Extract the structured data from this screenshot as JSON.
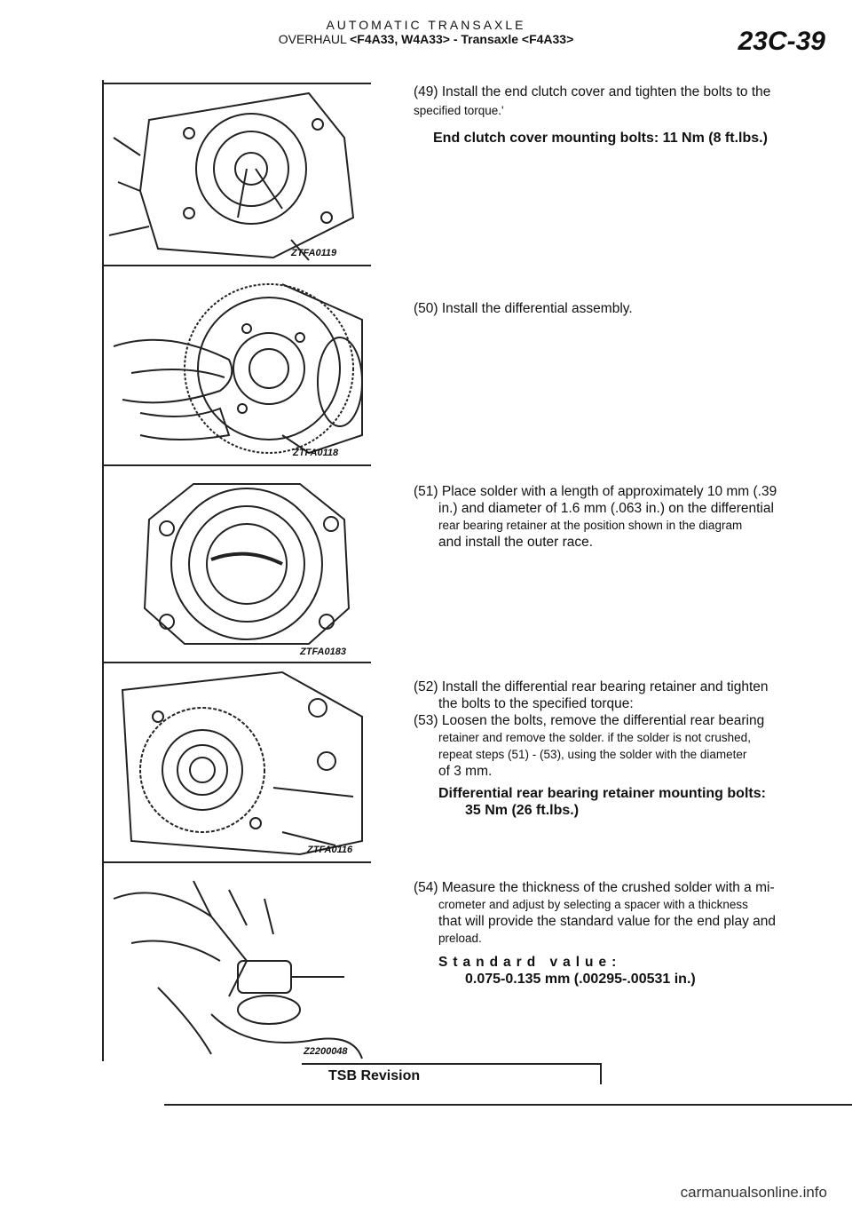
{
  "header": {
    "line1": "AUTOMATIC TRANSAXLE",
    "line2_prefix": "OVERHAUL",
    "line2_models": "<F4A33, W4A33> - Transaxle <F4A33>",
    "page_number": "23C-39"
  },
  "figures": [
    {
      "label": "ZTFA0119",
      "icon": "end-clutch-cover-illustration"
    },
    {
      "label": "ZTFA0118",
      "icon": "differential-assembly-illustration"
    },
    {
      "label": "ZTFA0183",
      "icon": "bearing-retainer-solder-illustration"
    },
    {
      "label": "ZTFA0116",
      "icon": "rear-bearing-retainer-illustration"
    },
    {
      "label": "Z2200048",
      "icon": "micrometer-measurement-illustration"
    }
  ],
  "steps": {
    "s49": {
      "num": "(49)",
      "line1": "(49) Install the end clutch cover and tighten the bolts to the",
      "line2": "specified torque.'",
      "spec": "End clutch cover mounting bolts: 11 Nm (8 ft.lbs.)"
    },
    "s50": {
      "line1": "(50) Install the differential assembly."
    },
    "s51": {
      "line1": "(51) Place solder with a length of approximately 10 mm (.39",
      "line2": "in.) and diameter of 1.6 mm (.063 in.) on the differential",
      "line3": "rear bearing retainer at the position shown in the diagram",
      "line4": "and install the outer race."
    },
    "s52": {
      "line1": "(52) Install the differential rear bearing retainer and tighten",
      "line2": "the bolts to the specified torque:"
    },
    "s53": {
      "line1": "(53) Loosen the bolts, remove the differential rear bearing",
      "line2": "retainer and remove the solder. if the solder is not crushed,",
      "line3": "repeat steps (51) - (53), using the solder with the diameter",
      "line4": "of 3 mm.",
      "spec_title": "Differential rear bearing retainer mounting bolts:",
      "spec_value": "35 Nm (26 ft.lbs.)"
    },
    "s54": {
      "line1": "(54) Measure the thickness of the crushed solder with a mi-",
      "line2": "crometer and adjust by selecting a spacer with a thickness",
      "line3": "that will provide the standard value for the end play and",
      "line4": "preload.",
      "std_label": "Standard value:",
      "std_value": "0.075-0.135 mm (.00295-.00531 in.)"
    }
  },
  "footer": {
    "tsb": "TSB Revision",
    "watermark": "carmanualsonline.info"
  }
}
